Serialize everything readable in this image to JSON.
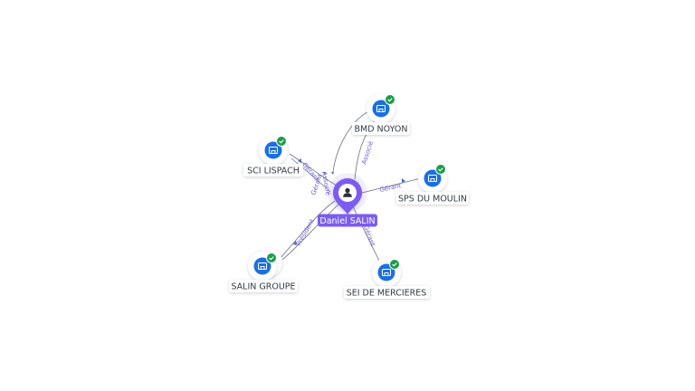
{
  "center": {
    "name": "Daniel SALIN",
    "icon": "person-icon",
    "color": "#7b5cf0"
  },
  "companies": [
    {
      "id": "bmd",
      "name": "BMD NOYON",
      "icon": "building-icon",
      "verified": true
    },
    {
      "id": "sci",
      "name": "SCI LISPACH",
      "icon": "building-icon",
      "verified": true
    },
    {
      "id": "sps",
      "name": "SPS DU MOULIN",
      "icon": "building-icon",
      "verified": true
    },
    {
      "id": "salin",
      "name": "SALIN GROUPE",
      "icon": "building-icon",
      "verified": true
    },
    {
      "id": "sei",
      "name": "SEI DE MERCIERES",
      "icon": "building-icon",
      "verified": true
    }
  ],
  "relations": [
    {
      "target": "bmd",
      "label": "Associé"
    },
    {
      "target": "sci",
      "label": "Gérant"
    },
    {
      "target": "sci",
      "label": "Associé"
    },
    {
      "target": "sps",
      "label": "Gérant"
    },
    {
      "target": "salin",
      "label": "Président"
    },
    {
      "target": "salin",
      "label": "Gérant"
    },
    {
      "target": "sei",
      "label": "Gérant"
    }
  ],
  "colors": {
    "company_node": "#1c6fe0",
    "verified_badge": "#1a9e4b",
    "edge": "#5a5f6b",
    "edge_label": "#6b5bd6"
  }
}
